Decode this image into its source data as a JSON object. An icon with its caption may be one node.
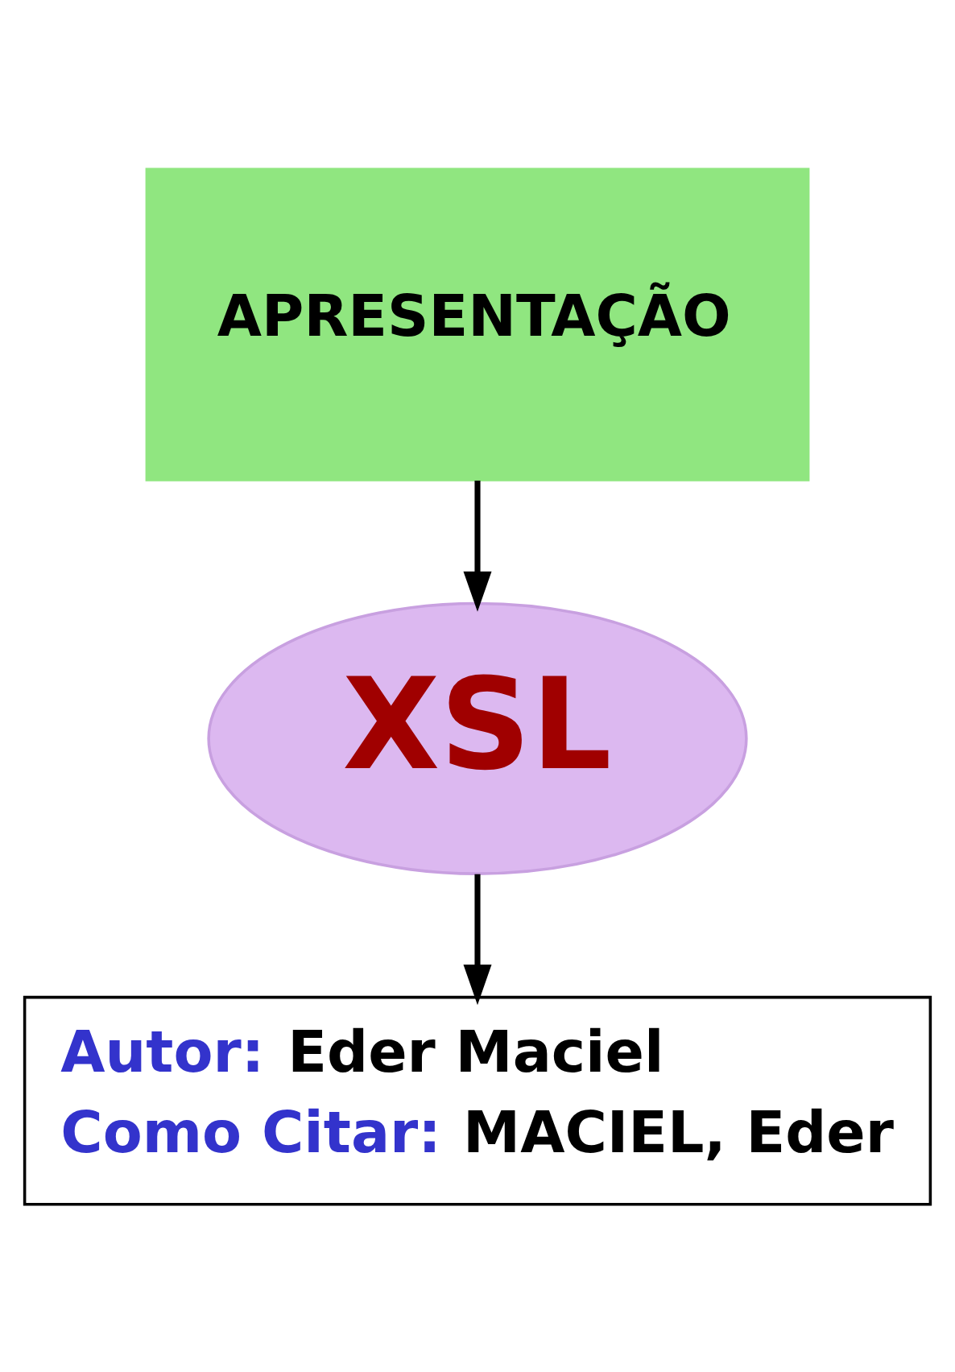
{
  "diagram": {
    "nodes": [
      {
        "text": [
          "APRESENTAÇÃO"
        ]
      },
      {
        "text": [
          "XSL"
        ]
      },
      {
        "text": [
          "Autor:",
          "Eder Maciel",
          "Como Citar:",
          "MACIEL, Eder"
        ]
      }
    ],
    "edges": [
      {
        "from": 0,
        "to": 1,
        "arrow": "to"
      },
      {
        "from": 1,
        "to": 2,
        "arrow": "to"
      }
    ]
  }
}
